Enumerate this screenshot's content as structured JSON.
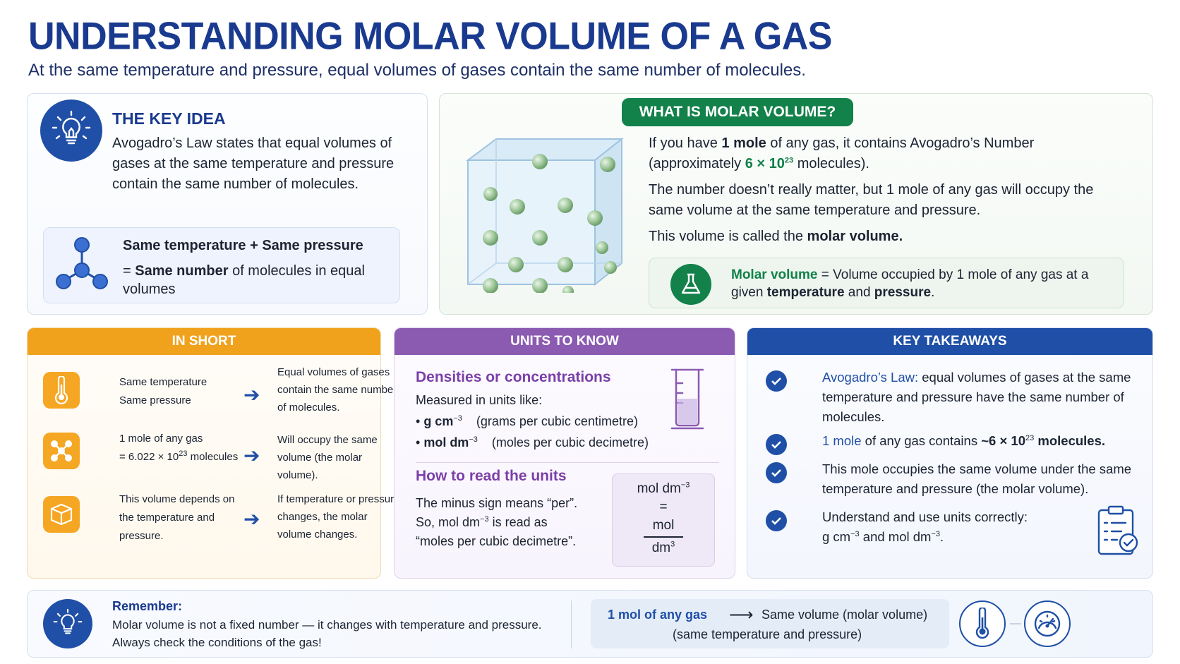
{
  "header": {
    "title": "UNDERSTANDING MOLAR VOLUME OF A GAS",
    "subtitle": "At the same temperature and pressure, equal volumes of gases contain the same number of molecules."
  },
  "key_idea": {
    "heading": "THE KEY IDEA",
    "text": "Avogadro’s Law states that equal volumes of gases at the same temperature and pressure contain the same number of molecules.",
    "box_line1": "Same temperature + Same pressure",
    "box_line2_prefix": "= ",
    "box_line2_bold": "Same number",
    "box_line2_suffix": " of molecules in equal volumes"
  },
  "molar_volume": {
    "pill": "WHAT IS MOLAR VOLUME?",
    "p1_a": "If you have ",
    "p1_b": "1 mole",
    "p1_c": " of any gas, it contains Avogadro’s Number (approximately ",
    "p1_num": "6 × 10",
    "p1_exp": "23",
    "p1_d": " molecules).",
    "p2": "The number doesn’t really matter, but 1 mole of any gas will occupy the same volume at the same temperature and pressure.",
    "p3_a": "This volume is called the ",
    "p3_b": "molar volume.",
    "def_term": "Molar volume",
    "def_a": " = Volume occupied by 1 mole of any gas at a given ",
    "def_b": "temperature",
    "def_c": " and ",
    "def_d": "pressure",
    "def_e": "."
  },
  "in_short": {
    "heading": "IN SHORT",
    "rows": [
      {
        "left1": "Same temperature",
        "left2": "Same pressure",
        "right": "Equal volumes of gases contain the same number of molecules."
      },
      {
        "left1": "1 mole of any gas",
        "left2_a": "= 6.022 × 10",
        "left2_exp": "23",
        "left2_b": " molecules",
        "right": "Will occupy the same volume (the molar volume)."
      },
      {
        "left": "This volume depends on the temperature and pressure.",
        "right": "If temperature or pressure changes, the molar volume changes."
      }
    ]
  },
  "units": {
    "heading": "UNITS TO KNOW",
    "h1": "Densities or concentrations",
    "measured": "Measured in units like:",
    "u1_unit": "g cm",
    "u1_exp": "−3",
    "u1_desc": "(grams per cubic centimetre)",
    "u2_unit": "mol dm",
    "u2_exp": "−3",
    "u2_desc": "(moles per cubic decimetre)",
    "h2": "How to read the units",
    "read1": "The minus sign means “per”.",
    "read2_a": "So, mol dm",
    "read2_exp": "−3",
    "read2_b": " is read as",
    "read3": "“moles per cubic decimetre”.",
    "box_top": "mol dm",
    "box_top_exp": "−3",
    "box_eq": "=",
    "box_num": "mol",
    "box_den": "dm",
    "box_den_exp": "3"
  },
  "takeaways": {
    "heading": "KEY TAKEAWAYS",
    "t1_term": "Avogadro’s Law:",
    "t1_text": " equal volumes of gases at the same temperature and pressure have the same number of molecules.",
    "t2_term": "1 mole",
    "t2_a": " of any gas contains ",
    "t2_b": "~6 × 10",
    "t2_exp": "23",
    "t2_c": " molecules.",
    "t3": "This mole occupies the same volume under the same temperature and pressure (the molar volume).",
    "t4_a": "Understand and use units correctly:",
    "t4_b": "g cm",
    "t4_exp1": "−3",
    "t4_c": " and mol dm",
    "t4_exp2": "−3",
    "t4_d": "."
  },
  "remember": {
    "heading": "Remember:",
    "line1": "Molar volume is not a fixed number — it changes with temperature and pressure.",
    "line2": "Always check the conditions of the gas!",
    "pill_a": "1 mol of any gas",
    "pill_arrow": "⟶",
    "pill_b": "Same volume (molar volume)",
    "pill_c": "(same temperature and pressure)"
  },
  "colors": {
    "navy": "#1a3a8f",
    "blue": "#1f4fa6",
    "green": "#12814a",
    "orange": "#f0a21d",
    "purple": "#8b5bb1"
  },
  "icons": [
    "lightbulb-icon",
    "molecule-icon",
    "gas-cube-icon",
    "flask-icon",
    "thermometer-icon",
    "atom-cluster-icon",
    "box-3d-icon",
    "beaker-icon",
    "check-icon",
    "clipboard-check-icon",
    "gauge-icon"
  ]
}
